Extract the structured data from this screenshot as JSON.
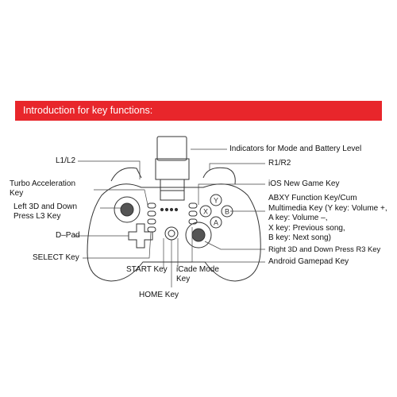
{
  "banner": {
    "title": "Introduction for key functions:"
  },
  "labels": {
    "indicators": "Indicators for Mode and Battery Level",
    "l1l2": "L1/L2",
    "r1r2": "R1/R2",
    "turbo": "Turbo Acceleration\nKey",
    "ios": "iOS New Game Key",
    "left3d": "Left 3D and Down\nPress L3 Key",
    "abxy": "ABXY Function Key/Cum\nMultimedia Key (Y key: Volume +,\nA key: Volume –,\nX key: Previous song,\nB key: Next song)",
    "dpad": "D–Pad",
    "right3d": "Right 3D and Down Press R3 Key",
    "select": "SELECT Key",
    "android": "Android Gamepad Key",
    "start": "START Key",
    "icade": "iCade Mode\nKey",
    "home": "HOME Key"
  },
  "buttons": {
    "y": "Y",
    "x": "X",
    "b": "B",
    "a": "A"
  }
}
